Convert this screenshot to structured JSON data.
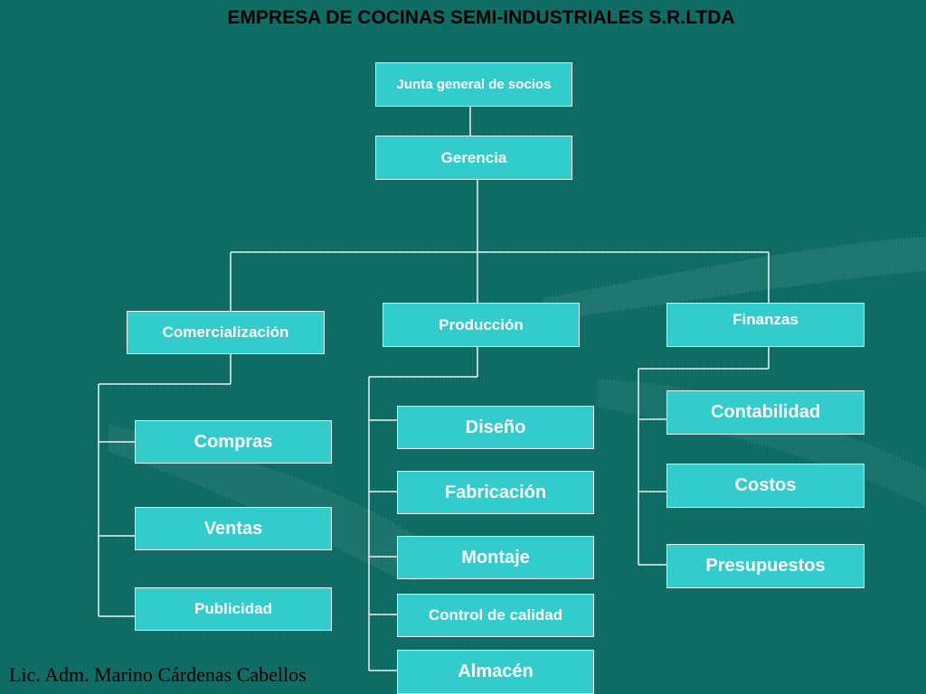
{
  "colors": {
    "background": "#0d6b63",
    "box_fill": "#33cccc",
    "box_text": "#ffffff",
    "connector": "#e6f7f7",
    "title_text": "#000000"
  },
  "title": "EMPRESA DE COCINAS SEMI-INDUSTRIALES S.R.LTDA",
  "org": {
    "junta": "Junta general de socios",
    "gerencia": "Gerencia",
    "comercializacion": {
      "label": "Comercialización",
      "children": [
        "Compras",
        "Ventas",
        "Publicidad"
      ]
    },
    "produccion": {
      "label": "Producción",
      "children": [
        "Diseño",
        "Fabricación",
        "Montaje",
        "Control de calidad",
        "Almacén"
      ]
    },
    "finanzas": {
      "label": "Finanzas",
      "children": [
        "Contabilidad",
        "Costos",
        "Presupuestos"
      ]
    }
  },
  "author": "Lic. Adm. Marino Cárdenas Cabellos"
}
